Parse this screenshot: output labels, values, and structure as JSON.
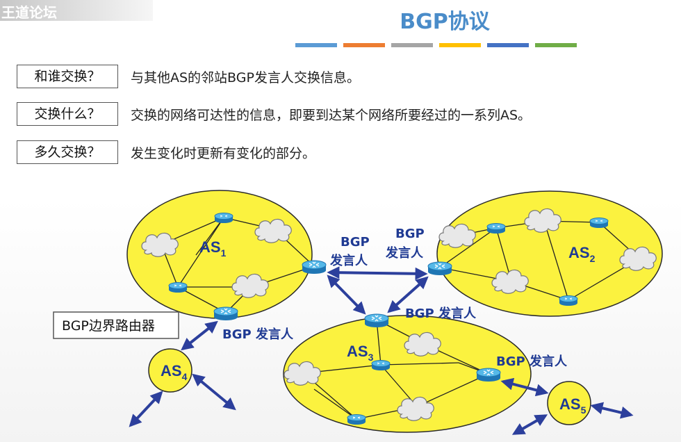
{
  "watermark": "王道论坛",
  "title": "BGP协议",
  "color_bars": [
    "#5b9bd5",
    "#ed7d31",
    "#a5a5a5",
    "#ffc000",
    "#4472c4",
    "#70ad47"
  ],
  "qa": [
    {
      "q": "和谁交换？",
      "a": "与其他AS的邻站BGP发言人交换信息。"
    },
    {
      "q": "交换什么？",
      "a": "交换的网络可达性的信息，即要到达某个网络所要经过的一系列AS。"
    },
    {
      "q": "多久交换？",
      "a": "发生变化时更新有变化的部分。"
    }
  ],
  "diagram": {
    "as_labels": {
      "as1": "AS",
      "as1_sub": "1",
      "as2": "AS",
      "as2_sub": "2",
      "as3": "AS",
      "as3_sub": "3",
      "as4": "AS",
      "as4_sub": "4",
      "as5": "AS",
      "as5_sub": "5"
    },
    "speaker_labels": {
      "top_left_line1": "BGP",
      "top_left_line2": "发言人",
      "top_right_line1": "BGP",
      "top_right_line2": "发言人",
      "middle": "BGP 发言人",
      "lower_left": "BGP 发言人",
      "lower_right": "BGP 发言人"
    },
    "callout": "BGP边界路由器",
    "colors": {
      "as_fill": "#fbf23f",
      "as_stroke": "#2a2a2a",
      "arrow": "#2c3f9c",
      "label": "#1f3a93",
      "router_top": "#55b8e8",
      "router_side": "#1f76b4"
    }
  }
}
